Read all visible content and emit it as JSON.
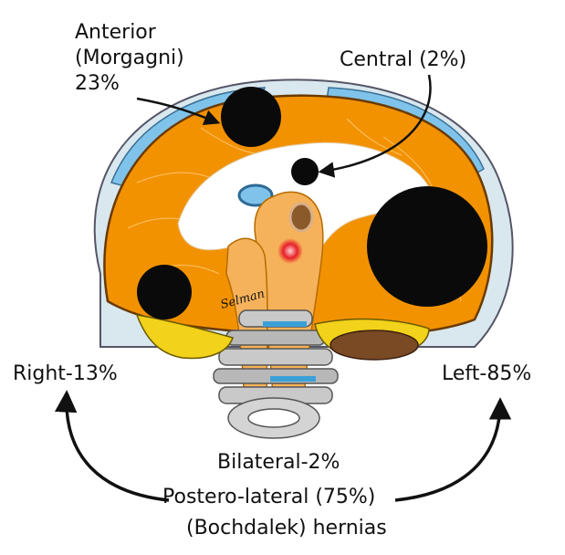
{
  "labels": {
    "anterior_line1": "Anterior",
    "anterior_line2": "(Morgagni)",
    "anterior_line3": "23%",
    "central": "Central (2%)",
    "right": "Right-13%",
    "left": "Left-85%",
    "bilateral": "Bilateral-2%",
    "postero_lateral": "Postero-lateral (75%)",
    "bochdalek": "(Bochdalek) hernias",
    "signature": "Selman"
  },
  "colors": {
    "diaphragm_muscle": "#f39200",
    "central_tendon": "#ffffff",
    "pleura_blue": "#7fc3ea",
    "crus": "#f6b25a",
    "spine_gray": "#a8a8a8",
    "hernia_defect": "#0a0a0a",
    "aorta_red": "#e8202a",
    "esophagus_brown": "#8b5a2b",
    "yellow_fat": "#f2d21a"
  },
  "icons": {
    "hernia": "black-circle",
    "arrow": "curved-arrow"
  }
}
